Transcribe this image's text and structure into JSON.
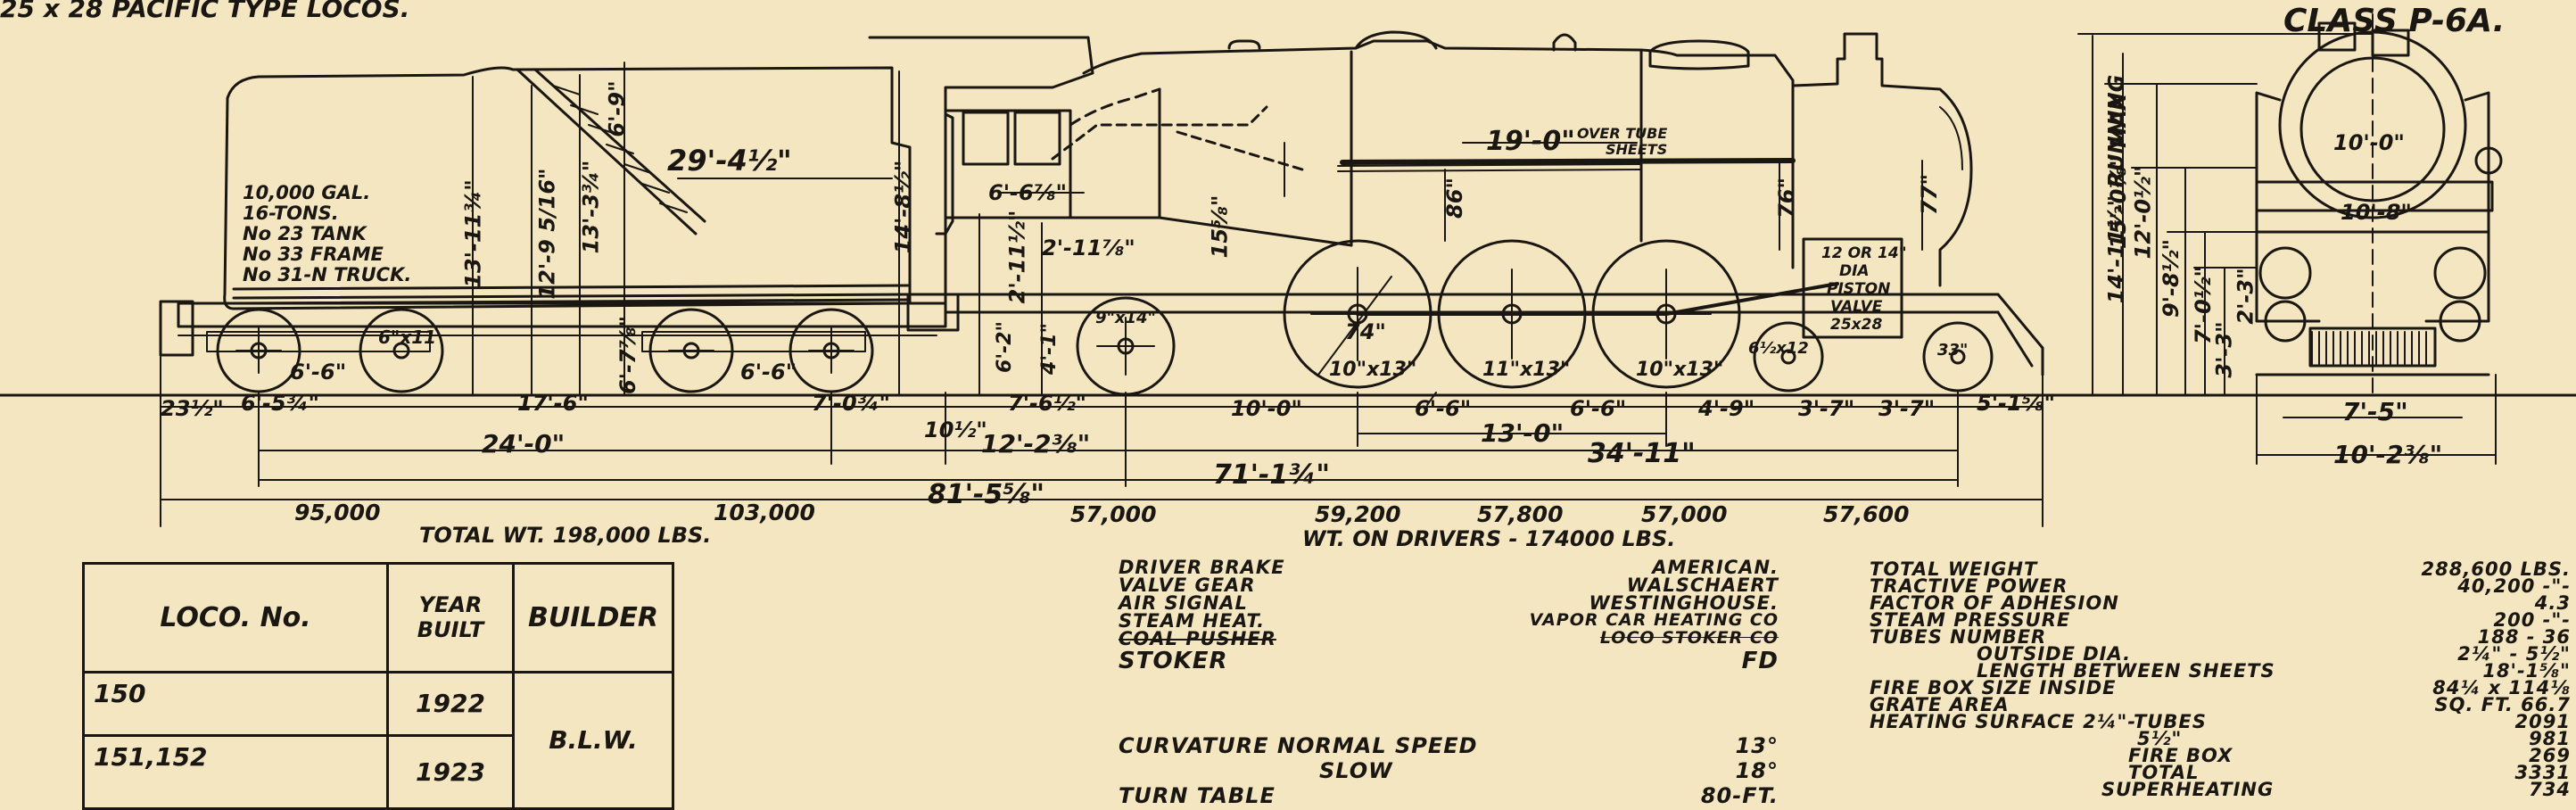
{
  "header": {
    "title_left": "25 x 28 PACIFIC TYPE LOCOS.",
    "class_label": "CLASS P-6A."
  },
  "tender": {
    "capacity": [
      "10,000 GAL.",
      "16-TONS.",
      "No 23 TANK",
      "No 33 FRAME",
      "No 31-N TRUCK."
    ],
    "length": "29'-4½\"",
    "wheel": "6\"x11",
    "dims": {
      "h1": "6'-9\"",
      "h2": "13'-11¾\"",
      "h3": "12'-9 5/16\"",
      "h4": "13'-3¾\"",
      "h5": "14'-8½\"",
      "h6": "6'-7⅞\"",
      "axle1": "6'-6\"",
      "axle2": "6'-6\""
    }
  },
  "engine": {
    "cab": "6'-6⅞\"",
    "tube_sheets": "19'-0\"",
    "tube_note_1": "OVER TUBE",
    "tube_note_2": "SHEETS",
    "dim_86": "86\"",
    "dim_76": "76\"",
    "dim_77": "77\"",
    "cab_h1": "2'-11½\"",
    "cab_h2": "2'-11⅞\"",
    "cab_h3": "15⅝\"",
    "piston_1": "12 OR 14\"",
    "piston_2": "DIA",
    "piston_3": "PISTON",
    "piston_4": "VALVE",
    "piston_5": "25x28",
    "trailing_wheel": "9\"x14\"",
    "driver_dia": "74\"",
    "driver_axle_1": "10\"x13\"",
    "driver_axle_2": "11\"x13\"",
    "driver_axle_3": "10\"x13\"",
    "truck_axle": "6½x12",
    "front_wheel": "33\""
  },
  "front_view": {
    "running": "14'-11½\" RUNNING",
    "max": "15'-0⅞\" MAX",
    "d1": "12'-0½\"",
    "d2": "9'-8½\"",
    "d3": "7'-0½\"",
    "d4": "3'-3\"",
    "d5": "2'-3\"",
    "top_width": "10'-0\"",
    "mid_width": "10'-8\"",
    "gauge": "7'-5\"",
    "overall_width": "10'-2⅜\""
  },
  "dimensions": {
    "row1": [
      "23½\"",
      "6'-5¾\"",
      "17'-6\"",
      "7'-0¾\"",
      "10½\"",
      "7'-6½\"",
      "10'-0\"",
      "6'-6\"",
      "6'-6\"",
      "4'-9\"",
      "3'-7\"",
      "3'-7\"",
      "5'-1⅝\""
    ],
    "tender_wb": "24'-0\"",
    "eng_a": "12'-2⅜\"",
    "drivers": "13'-0\"",
    "engine_wb": "34'-11\"",
    "total_engine": "71'-1¾\"",
    "overall": "81'-5⅝\"",
    "tender_small": "6'-6\"",
    "cyl_a": "6'-2\"",
    "cyl_b": "4'-1\""
  },
  "weights": {
    "values": [
      "95,000",
      "103,000",
      "57,000",
      "59,200",
      "57,800",
      "57,000",
      "57,600"
    ],
    "total": "TOTAL WT. 198,000 LBS.",
    "drivers": "WT. ON DRIVERS - 174000 LBS."
  },
  "loco_table": {
    "headers": [
      "LOCO. No.",
      "YEAR BUILT",
      "BUILDER"
    ],
    "rows": [
      {
        "no": "150",
        "year": "1922"
      },
      {
        "no": "151,152",
        "year": "1923"
      }
    ],
    "builder": "B.L.W."
  },
  "equipment": [
    {
      "label": "DRIVER BRAKE",
      "value": "AMERICAN."
    },
    {
      "label": "VALVE GEAR",
      "value": "WALSCHAERT"
    },
    {
      "label": "AIR SIGNAL",
      "value": "WESTINGHOUSE."
    },
    {
      "label": "STEAM HEAT.",
      "value": "VAPOR CAR HEATING CO"
    },
    {
      "label": "COAL PUSHER",
      "value": "LOCO STOKER CO"
    },
    {
      "label": "STOKER",
      "value": "FD"
    }
  ],
  "curvature": [
    {
      "label": "CURVATURE NORMAL SPEED",
      "value": "13°"
    },
    {
      "label": "SLOW",
      "value": "18°"
    },
    {
      "label": "TURN TABLE",
      "value": "80-FT."
    }
  ],
  "specs": [
    {
      "label": "TOTAL WEIGHT",
      "value": "288,600 LBS."
    },
    {
      "label": "TRACTIVE POWER",
      "value": "40,200 -\"-"
    },
    {
      "label": "FACTOR OF ADHESION",
      "value": "4.3"
    },
    {
      "label": "STEAM PRESSURE",
      "value": "200 -\"-"
    },
    {
      "label": "TUBES NUMBER",
      "value": "188 - 36"
    },
    {
      "label": "OUTSIDE DIA.",
      "value": "2¼\" - 5½\""
    },
    {
      "label": "LENGTH BETWEEN SHEETS",
      "value": "18'-1⅝\""
    },
    {
      "label": "FIRE BOX SIZE INSIDE",
      "value": "84¼ x 114⅛"
    },
    {
      "label": "GRATE AREA",
      "value": "SQ. FT. 66.7"
    },
    {
      "label": "HEATING SURFACE 2¼\"-TUBES",
      "value": "2091"
    },
    {
      "label": "5½\"",
      "value": "981"
    },
    {
      "label": "FIRE BOX",
      "value": "269"
    },
    {
      "label": "TOTAL",
      "value": "3331"
    },
    {
      "label": "SUPERHEATING",
      "value": "734"
    }
  ]
}
